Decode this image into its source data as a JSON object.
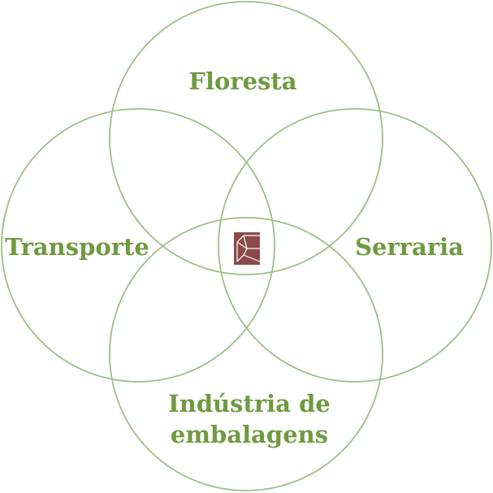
{
  "diagram": {
    "labels": {
      "top": "Floresta",
      "left": "Transporte",
      "right": "Serraria",
      "bottom_line1": "Indústria de",
      "bottom_line2": "embalagens"
    },
    "center_logo": "triangular-monogram-logo",
    "colors": {
      "ring": "#9dbf85",
      "text": "#6f9a3f",
      "logo": "#8a4a4a",
      "background": "#ffffff"
    }
  }
}
